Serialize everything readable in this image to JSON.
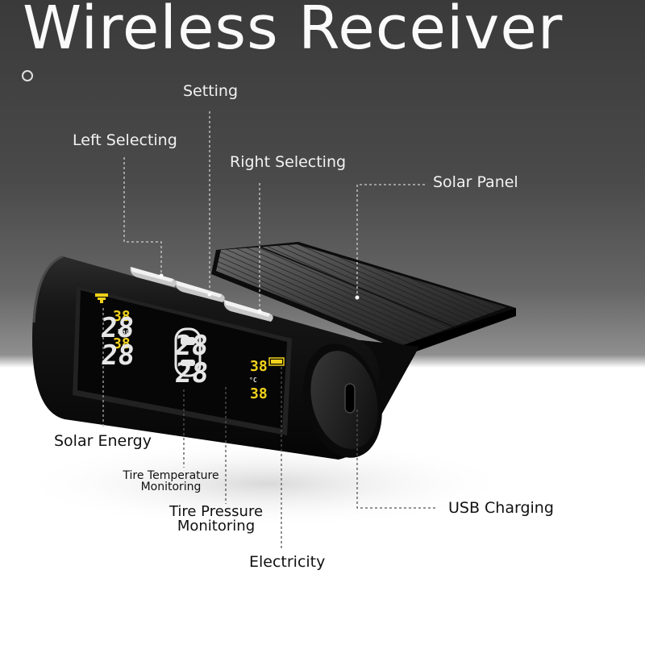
{
  "title": "Wireless Receiver",
  "labels": {
    "setting": "Setting",
    "left_selecting": "Left Selecting",
    "right_selecting": "Right Selecting",
    "solar_panel": "Solar Panel",
    "solar_energy": "Solar Energy",
    "tire_temperature_monitoring_line1": "Tire Temperature",
    "tire_temperature_monitoring_line2": "Monitoring",
    "tire_pressure_monitoring_line1": "Tire Pressure",
    "tire_pressure_monitoring_line2": "Monitoring",
    "electricity": "Electricity",
    "usb_charging": "USB Charging"
  },
  "display": {
    "front_left_pressure": "28",
    "front_right_pressure": "28",
    "rear_left_pressure": "28",
    "rear_right_pressure": "28",
    "front_temp_left": "38",
    "rear_temp_left": "38",
    "front_temp_right": "38",
    "rear_temp_right": "38",
    "unit_bar": "Bar",
    "unit_celsius": "°C"
  },
  "colors": {
    "lcd_digits": "#e6e6e6",
    "lcd_small_digits": "#f2d21b",
    "lcd_background": "#060606",
    "device_body": "#111111"
  }
}
